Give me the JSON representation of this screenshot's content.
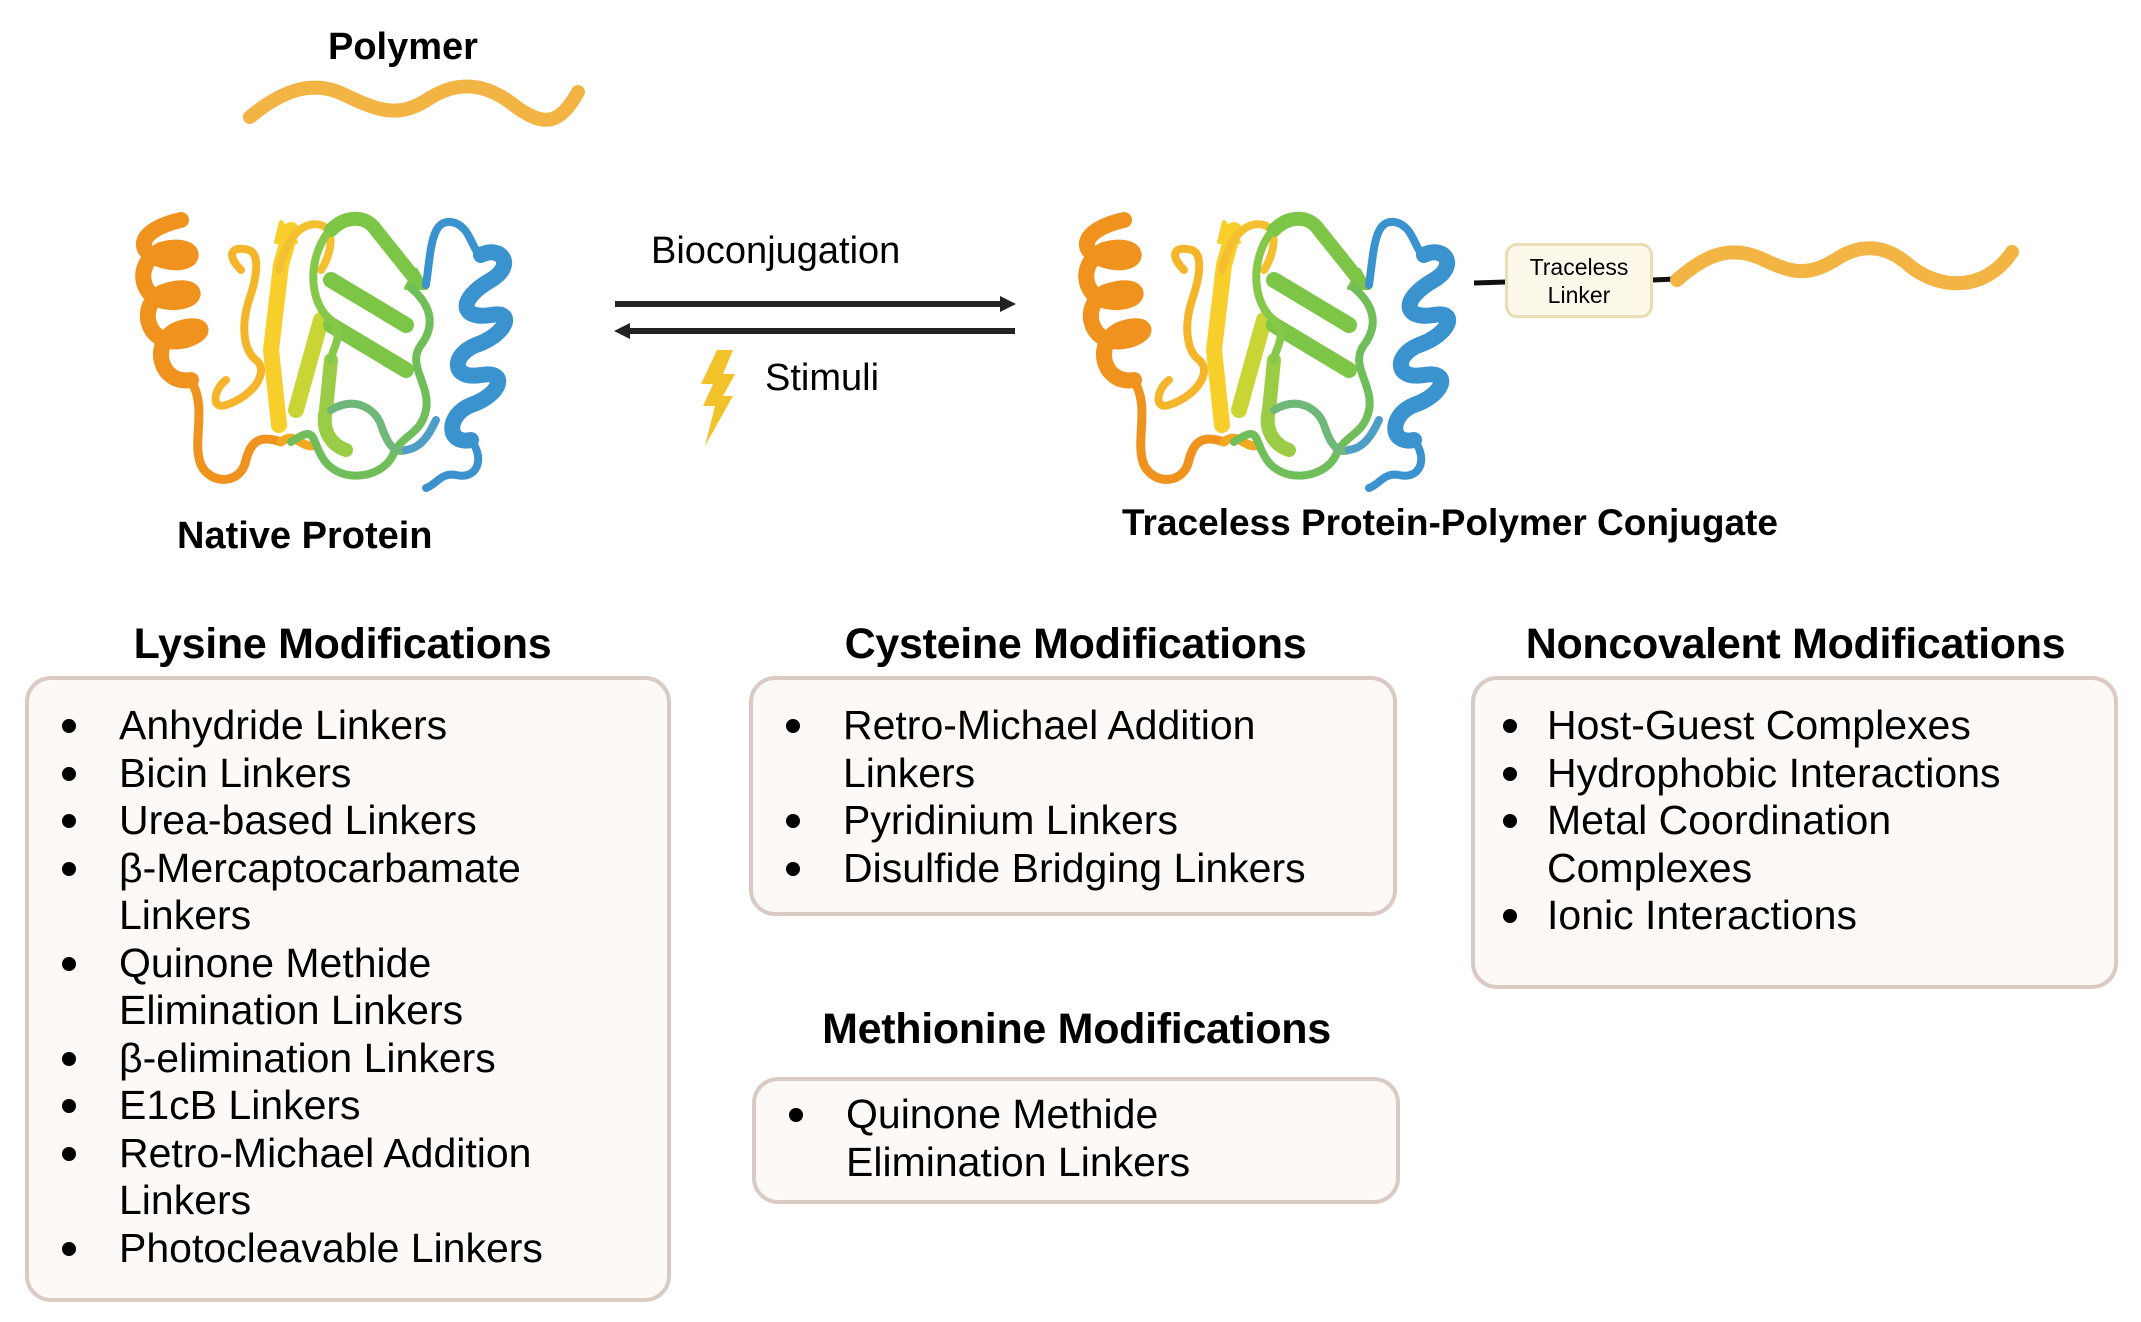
{
  "figure": {
    "polymer_label": "Polymer",
    "native_protein_label": "Native Protein",
    "conjugate_label": "Traceless Protein-Polymer Conjugate",
    "forward_reaction_label": "Bioconjugation",
    "reverse_reaction_label": "Stimuli",
    "linker_label_line1": "Traceless",
    "linker_label_line2": "Linker",
    "icons": {
      "lightning": "lightning-bolt-icon",
      "polymer": "polymer-chain-icon",
      "protein": "protein-ribbon-icon",
      "arrows": "equilibrium-arrows-icon"
    },
    "colors": {
      "polymer": "#F2B544",
      "lightning": "#F2C22A",
      "helix_orange": "#F0931E",
      "strand_yellow": "#F8CF2A",
      "strand_green": "#7CC547",
      "helix_blue": "#3A93CF",
      "linker_fill": "#FCF9EB",
      "linker_border": "#E9DDB3",
      "box_fill": "#FDF9F6",
      "box_border": "#D9CBC3"
    }
  },
  "sections": {
    "lysine": {
      "title": "Lysine Modifications",
      "items": [
        "Anhydride Linkers",
        "Bicin Linkers",
        "Urea-based Linkers",
        "β-Mercaptocarbamate\nLinkers",
        "Quinone Methide\nElimination Linkers",
        "β-elimination Linkers",
        "E1cB Linkers",
        "Retro-Michael Addition\nLinkers",
        "Photocleavable Linkers"
      ]
    },
    "cysteine": {
      "title": "Cysteine Modifications",
      "items": [
        "Retro-Michael Addition\nLinkers",
        "Pyridinium Linkers",
        "Disulfide Bridging Linkers"
      ]
    },
    "methionine": {
      "title": "Methionine Modifications",
      "items": [
        "Quinone Methide\nElimination Linkers"
      ]
    },
    "noncovalent": {
      "title": "Noncovalent Modifications",
      "items": [
        "Host-Guest Complexes",
        "Hydrophobic Interactions",
        "Metal Coordination\nComplexes",
        "Ionic Interactions"
      ]
    }
  }
}
